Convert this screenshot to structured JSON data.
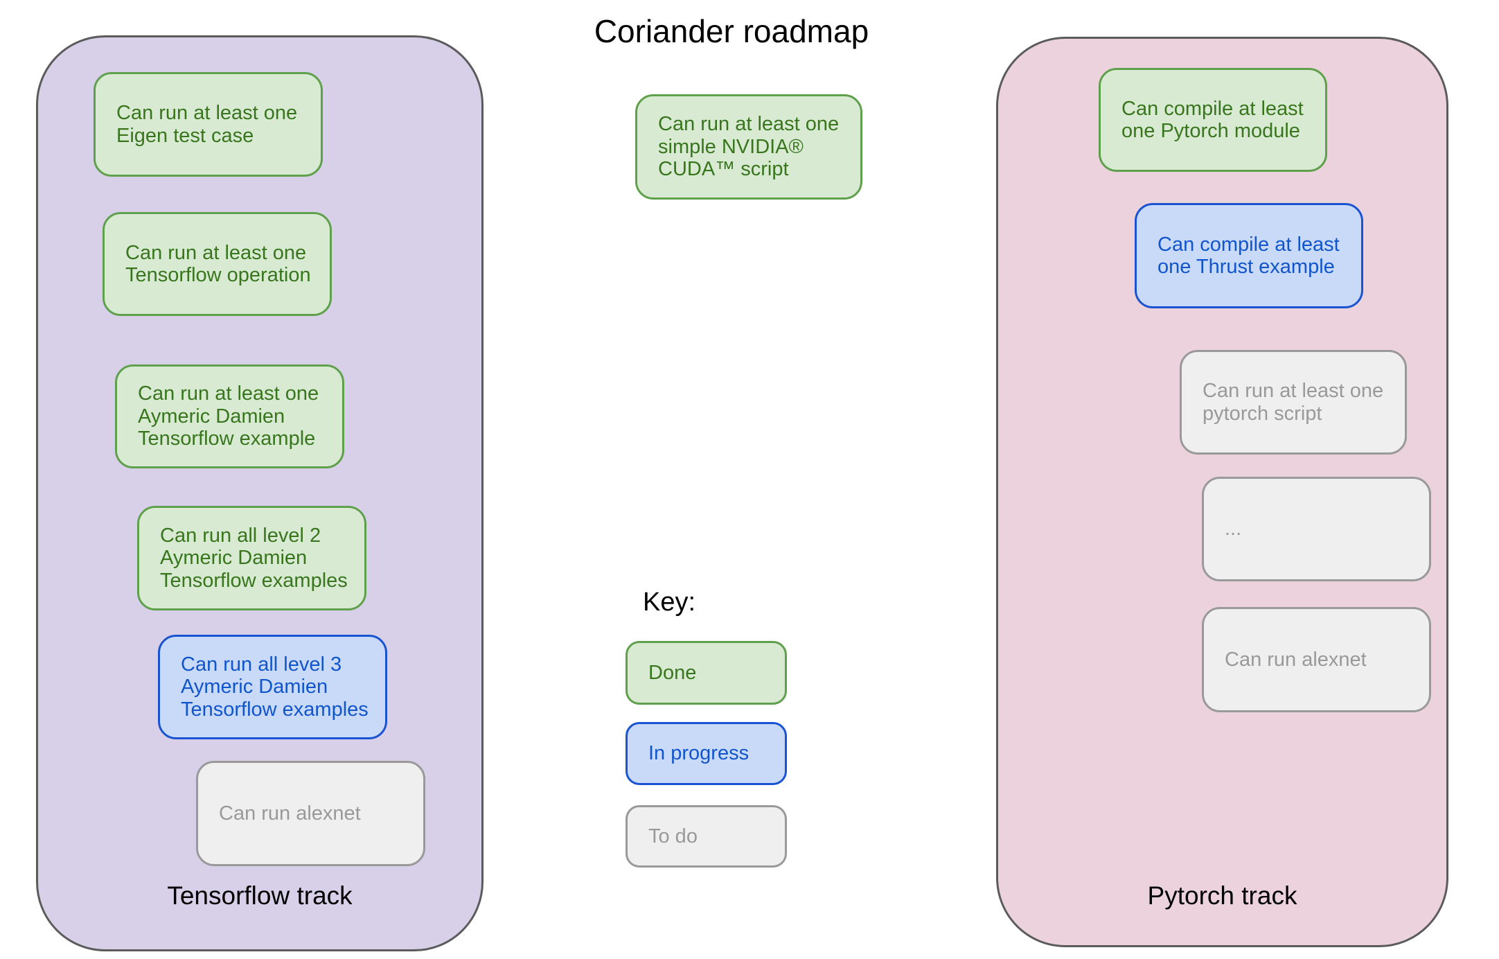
{
  "title": "Coriander roadmap",
  "legend": {
    "label": "Key:",
    "items": [
      {
        "text": "Done",
        "status": "done",
        "fill": "#d9ead3",
        "border": "#5ea04b",
        "text_color": "#38761d"
      },
      {
        "text": "In progress",
        "status": "in_progress",
        "fill": "#c9daf8",
        "border": "#1a53d1",
        "text_color": "#1155cc"
      },
      {
        "text": "To do",
        "status": "todo",
        "fill": "#efefef",
        "border": "#999999",
        "text_color": "#999999"
      }
    ]
  },
  "middle": {
    "cuda_box": {
      "text": "Can run at least one\nsimple NVIDIA®\nCUDA™ script",
      "status": "done"
    }
  },
  "tracks": {
    "tensorflow": {
      "label": "Tensorflow track",
      "background": "#d8d0e8",
      "boxes": [
        {
          "text": "Can run at least one\nEigen test case",
          "status": "done"
        },
        {
          "text": "Can run at least one\nTensorflow operation",
          "status": "done"
        },
        {
          "text": "Can run at least one\nAymeric Damien\nTensorflow example",
          "status": "done"
        },
        {
          "text": "Can run all level 2\nAymeric Damien\nTensorflow examples",
          "status": "done"
        },
        {
          "text": "Can run all level 3\nAymeric Damien\nTensorflow examples",
          "status": "in_progress"
        },
        {
          "text": "Can run alexnet",
          "status": "todo"
        }
      ]
    },
    "pytorch": {
      "label": "Pytorch track",
      "background": "#ecd2dd",
      "boxes": [
        {
          "text": "Can compile at least\none Pytorch module",
          "status": "done"
        },
        {
          "text": "Can compile at least\none Thrust example",
          "status": "in_progress"
        },
        {
          "text": "Can run at least one\npytorch script",
          "status": "todo"
        },
        {
          "text": "...",
          "status": "todo"
        },
        {
          "text": "Can run alexnet",
          "status": "todo"
        }
      ]
    }
  }
}
